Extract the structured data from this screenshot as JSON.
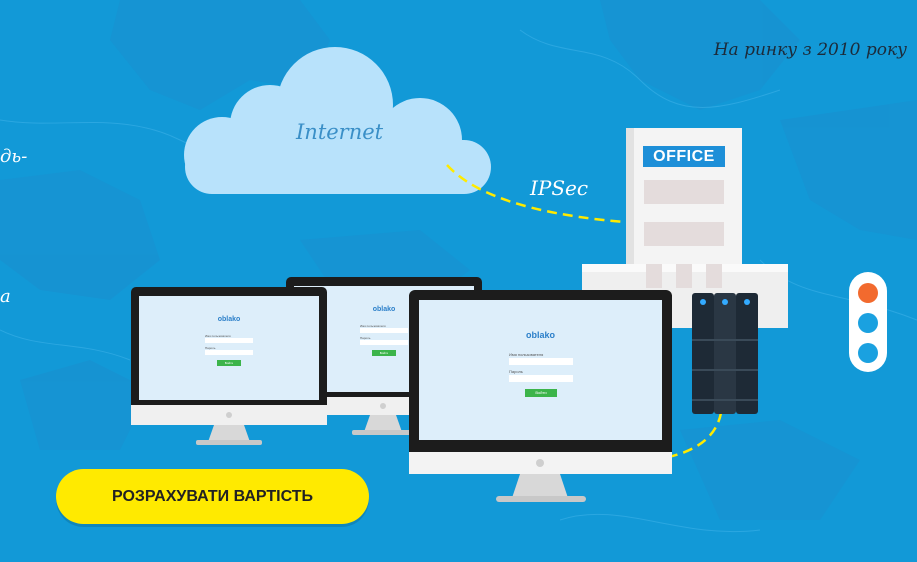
{
  "header": {
    "since_text": "На ринку з 2010 року"
  },
  "left_fragments": {
    "line1": "дь-",
    "line2": "а"
  },
  "diagram": {
    "cloud_label": "Internet",
    "tunnel_label": "IPSec",
    "office_label": "OFFICE"
  },
  "monitor_screen": {
    "logo": "oblako",
    "username_label": "Имя пользователя",
    "password_label": "Пароль",
    "login_button": "Войти"
  },
  "cta": {
    "label": "РОЗРАХУВАТИ ВАРТІСТЬ"
  },
  "slider": {
    "slide_count": 3,
    "active_index": 0,
    "active_color": "#f26a2e",
    "inactive_color": "#1aa1e0"
  },
  "colors": {
    "background": "#1299d7",
    "accent_yellow": "#ffea00",
    "cloud": "#b8e2fb"
  }
}
